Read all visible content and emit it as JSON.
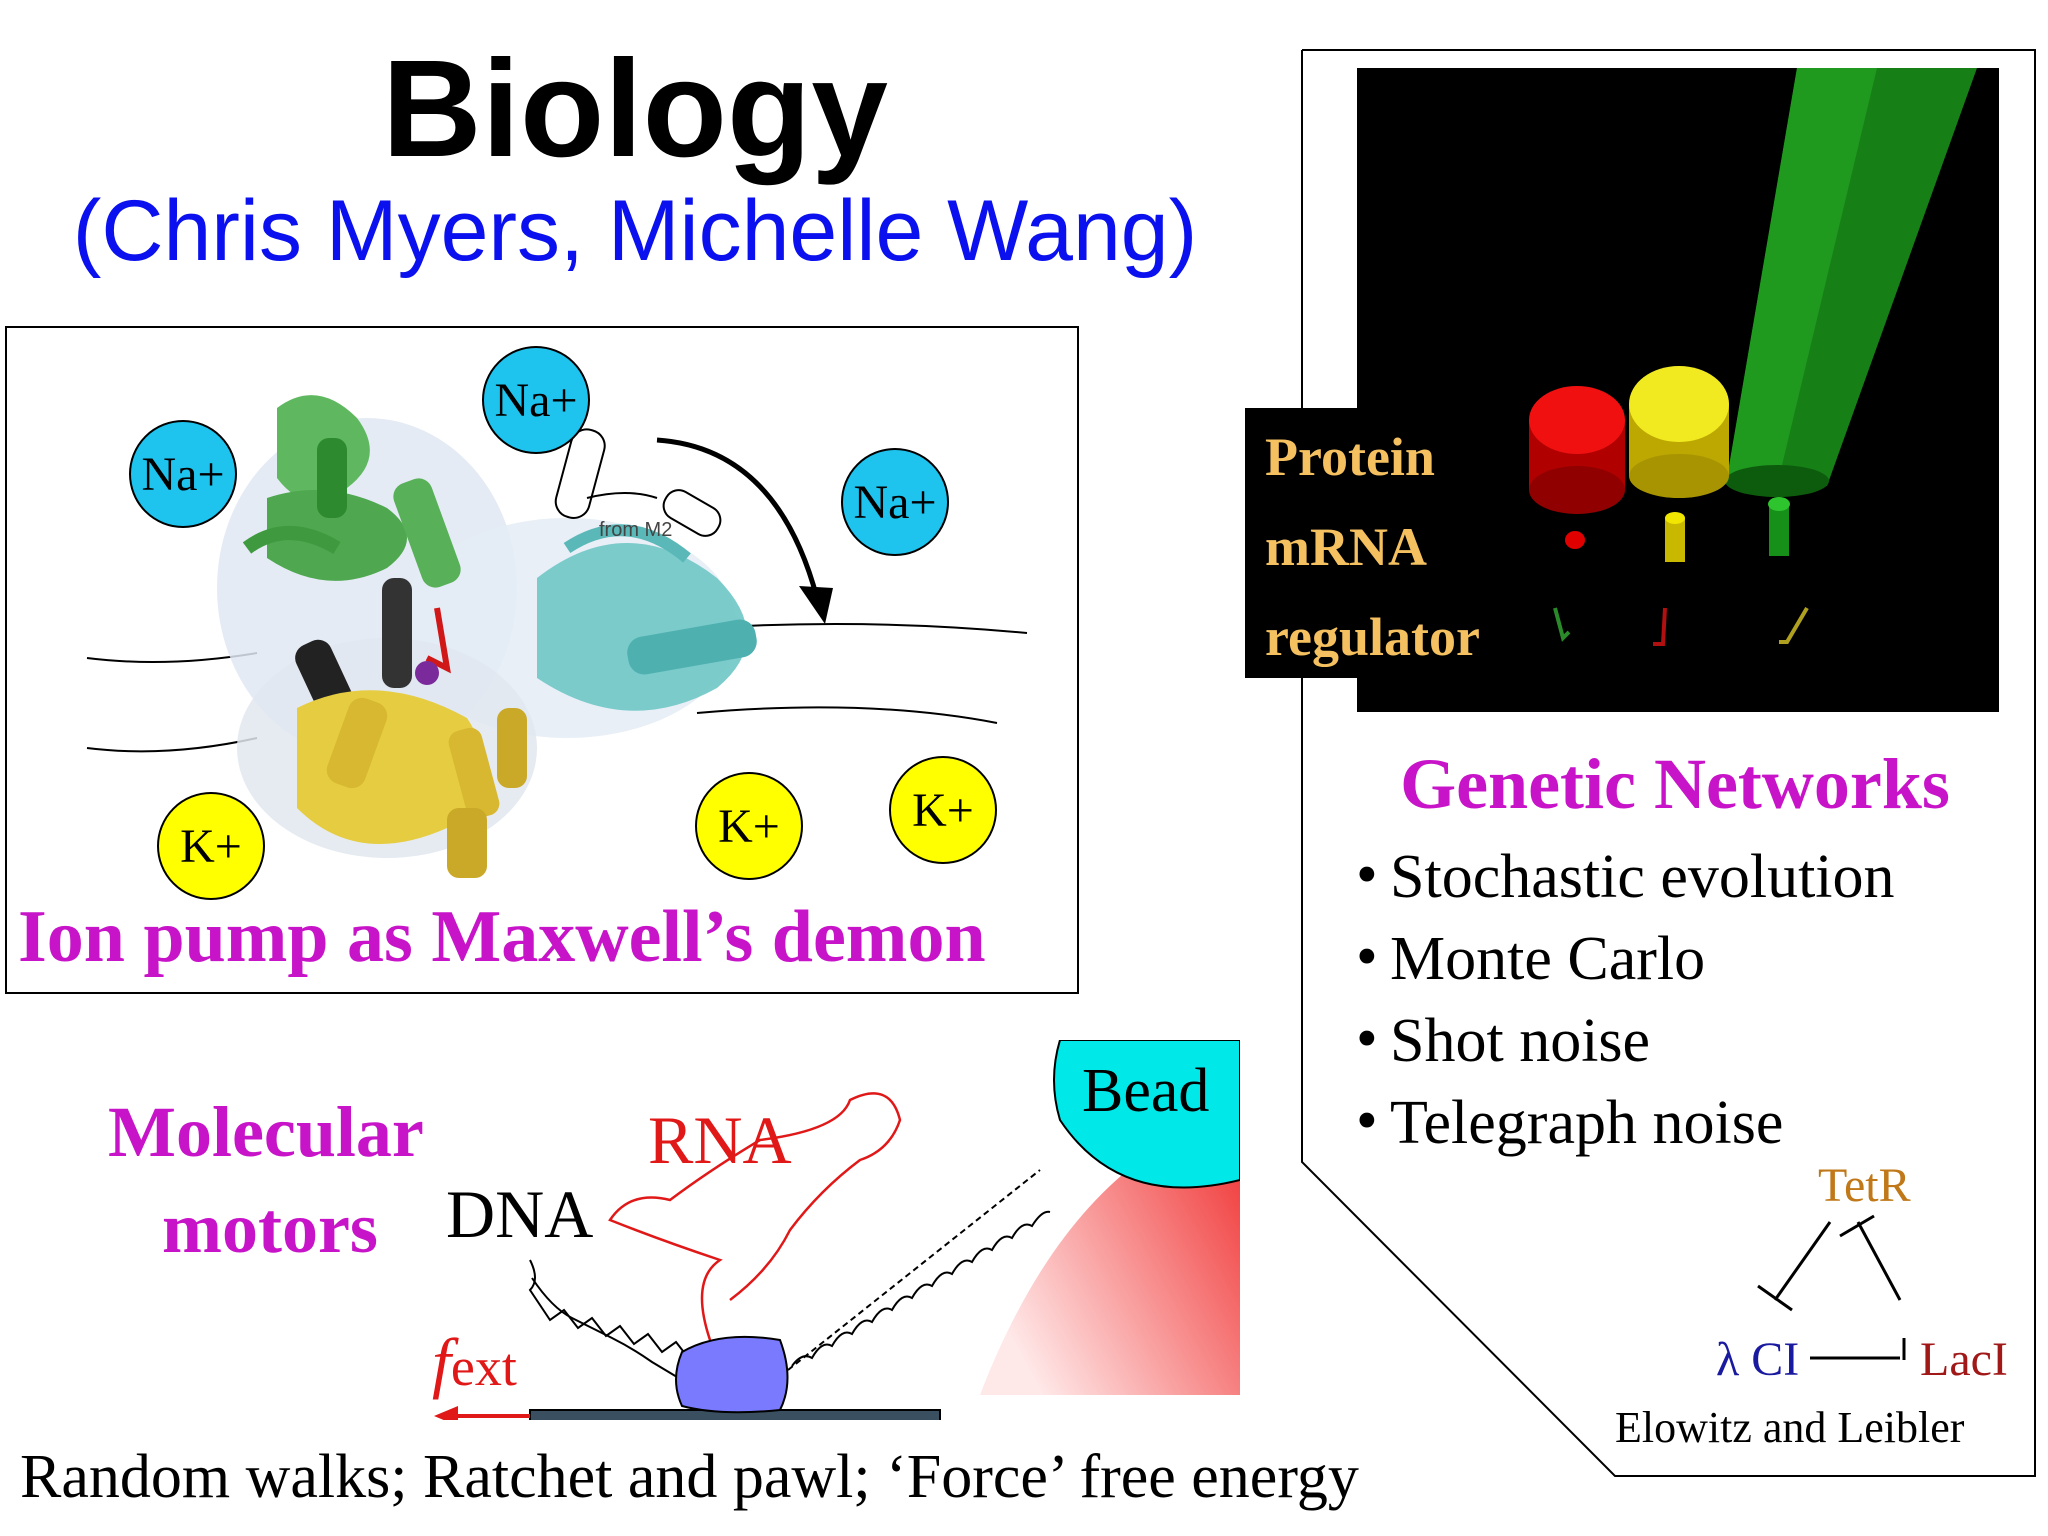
{
  "title": "Biology",
  "subtitle": "(Chris Myers, Michelle Wang)",
  "ion_pump": {
    "na_labels": [
      "Na+",
      "Na+",
      "Na+"
    ],
    "k_labels": [
      "K+",
      "K+",
      "K+"
    ],
    "helix_label": "from M2",
    "caption": "Ion pump as Maxwell’s demon",
    "colors": {
      "na": "#1ec3ee",
      "k": "#ffff00",
      "caption": "#c814c8"
    }
  },
  "genetic_networks": {
    "legend": {
      "protein": "Protein",
      "mrna": "mRNA",
      "regulator": "regulator"
    },
    "title": "Genetic Networks",
    "bullets": [
      "Stochastic evolution",
      "Monte Carlo",
      "Shot noise",
      "Telegraph noise"
    ],
    "circuit": {
      "top": "TetR",
      "left": "λ CI",
      "right": "LacI",
      "credit": "Elowitz and Leibler"
    },
    "colors": {
      "protein_red": "#e00000",
      "protein_yellow": "#e8e000",
      "protein_green": "#1a8c1a",
      "tetr": "#c07818",
      "lambda": "#1a1aa0",
      "laci": "#a01818"
    }
  },
  "motors": {
    "title_line1": "Molecular",
    "title_line2": "motors",
    "dna_label": "DNA",
    "rna_label": "RNA",
    "bead_label": "Bead",
    "force_f": "f",
    "force_sub": "ext",
    "colors": {
      "bead": "#00e8e8",
      "motor": "#7a7aff",
      "rna": "#e01818",
      "stage": "#3a5060"
    }
  },
  "footer": "Random walks; Ratchet and pawl; ‘Force’ free energy"
}
